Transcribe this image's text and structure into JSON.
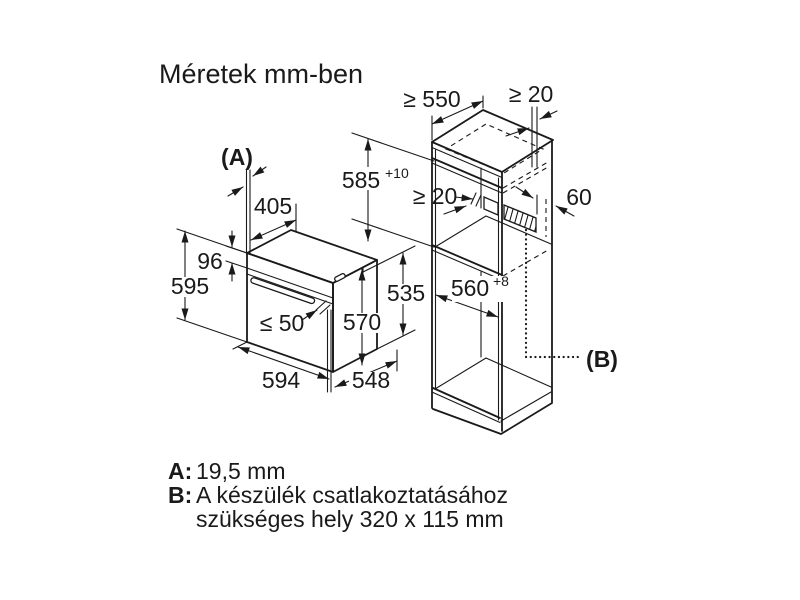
{
  "title": "Méretek mm-ben",
  "markers": {
    "a": "(A)",
    "b": "(B)"
  },
  "oven_dims": {
    "top_depth": "405",
    "panel_height": "96",
    "total_height": "595",
    "handle_clearance": "≤ 50",
    "front_height": "570",
    "width": "594",
    "depth": "548",
    "body_height": "535"
  },
  "cabinet_dims": {
    "min_depth": "≥ 550",
    "rear_top_gap": "≥ 20",
    "niche_height": "585",
    "niche_height_tolerance": "+10",
    "vent_rear_gap": "≥ 20",
    "vent_height": "60",
    "niche_width": "560",
    "niche_width_tolerance": "+8"
  },
  "legend": {
    "a_key": "A:",
    "a_value": "19,5 mm",
    "b_key": "B:",
    "b_value_line1": "A készülék csatlakoztatásához",
    "b_value_line2": "szükséges hely 320 x 115 mm"
  },
  "colors": {
    "line": "#1a1a1a",
    "background": "#ffffff"
  }
}
